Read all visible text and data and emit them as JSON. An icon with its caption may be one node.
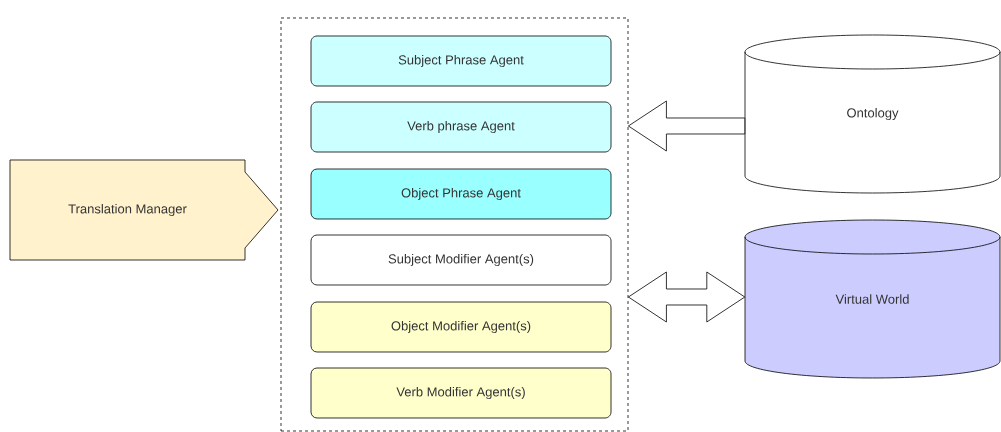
{
  "diagram": {
    "nodes": [
      {
        "text": [
          "Translation Manager"
        ]
      },
      {
        "text": [],
        "shape": "box"
      },
      {
        "text": [
          "Subject Phrase Agent"
        ],
        "in": 1
      },
      {
        "text": [
          "Verb phrase Agent"
        ],
        "in": 1
      },
      {
        "text": [
          "Object Phrase Agent"
        ],
        "in": 1
      },
      {
        "text": [
          "Subject Modifier Agent(s)"
        ],
        "in": 1
      },
      {
        "text": [
          "Object Modifier Agent(s)"
        ],
        "in": 1
      },
      {
        "text": [
          "Verb Modifier Agent(s)"
        ],
        "in": 1
      },
      {
        "text": [
          "Ontology"
        ]
      },
      {
        "text": [
          "Virtual World"
        ]
      }
    ],
    "edges": [
      {
        "from": 8,
        "to": 1,
        "arrow": "to"
      },
      {
        "from": 9,
        "to": 1,
        "arrow": "both"
      }
    ]
  }
}
